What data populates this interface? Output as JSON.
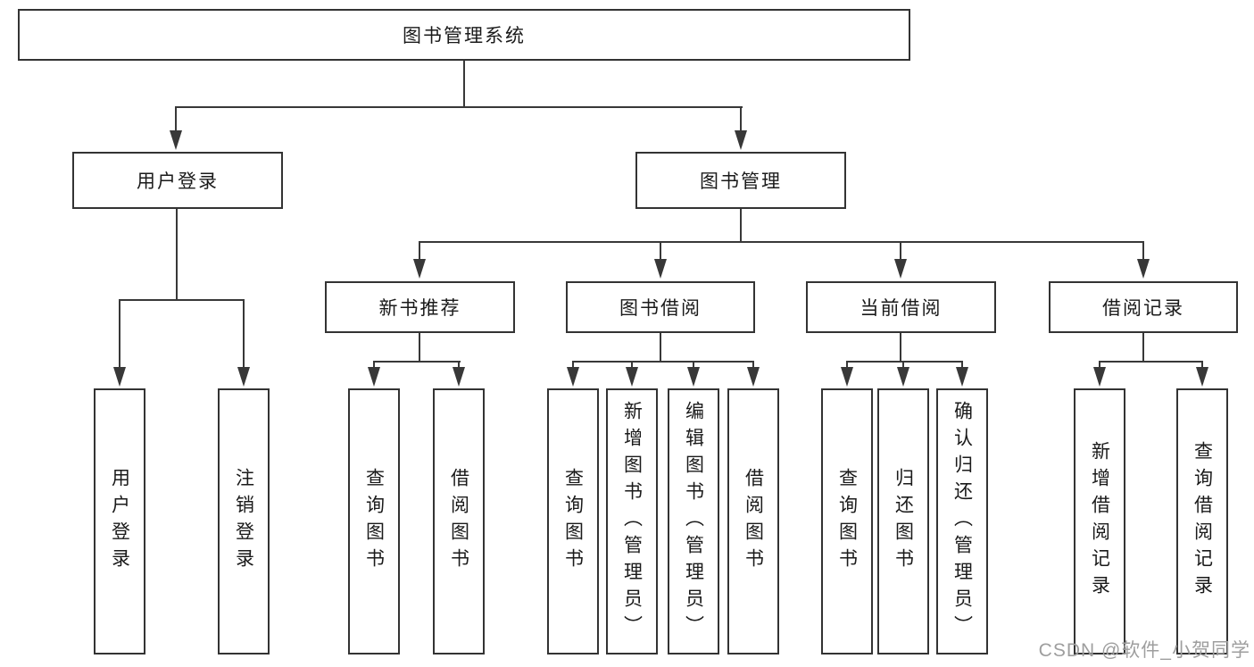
{
  "tree": {
    "root": "图书管理系统",
    "branches": [
      {
        "label": "用户登录",
        "leaves": [
          "用户登录",
          "注销登录"
        ]
      },
      {
        "label": "图书管理",
        "groups": [
          {
            "label": "新书推荐",
            "leaves": [
              "查询图书",
              "借阅图书"
            ]
          },
          {
            "label": "图书借阅",
            "leaves": [
              "查询图书",
              "新增图书（管理员）",
              "编辑图书（管理员）",
              "借阅图书"
            ]
          },
          {
            "label": "当前借阅",
            "leaves": [
              "查询图书",
              "归还图书",
              "确认归还（管理员）"
            ]
          },
          {
            "label": "借阅记录",
            "leaves": [
              "新增借阅记录",
              "查询借阅记录"
            ]
          }
        ]
      }
    ]
  },
  "watermark": "CSDN @软件_小贺同学",
  "colors": {
    "line": "#383838",
    "box_border": "#333333",
    "text": "#1a1a1a",
    "watermark": "#9e9e9e",
    "background": "#ffffff"
  }
}
